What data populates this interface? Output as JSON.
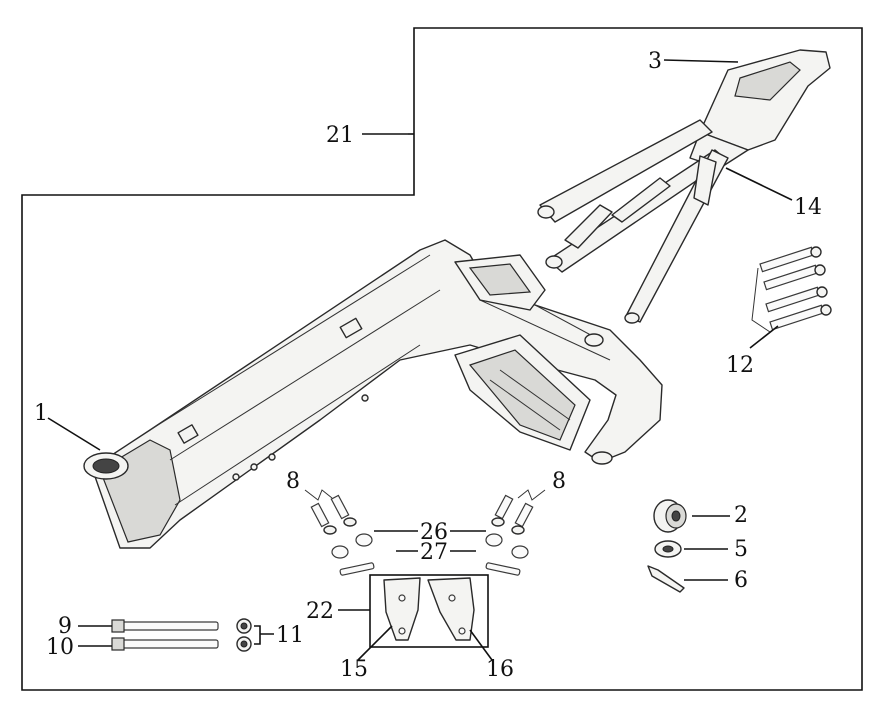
{
  "callouts": {
    "c1": "1",
    "c2": "2",
    "c3": "3",
    "c5": "5",
    "c6": "6",
    "c8a": "8",
    "c8b": "8",
    "c9": "9",
    "c10": "10",
    "c11": "11",
    "c12": "12",
    "c14": "14",
    "c15": "15",
    "c16": "16",
    "c21": "21",
    "c22": "22",
    "c26": "26",
    "c27": "27"
  },
  "colors": {
    "line": "#111111",
    "part_fill": "#f4f4f2",
    "background": "#ffffff"
  }
}
